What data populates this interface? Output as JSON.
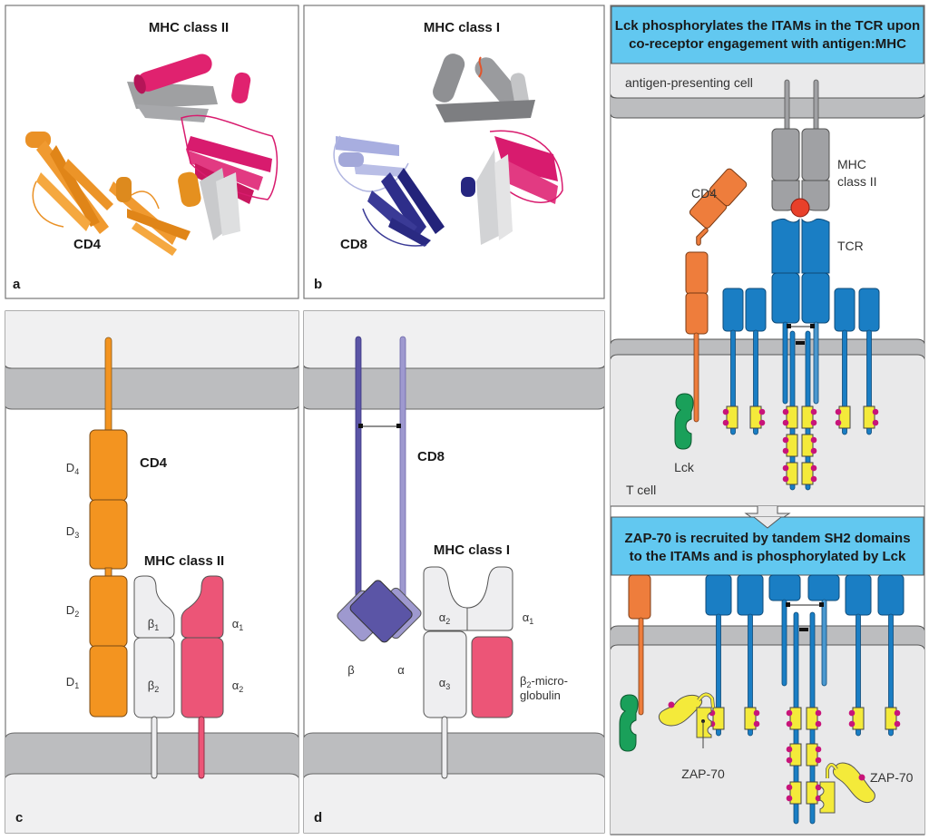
{
  "colors": {
    "cd4_orange": "#f39420",
    "cd4_right_orange": "#ee7d3c",
    "mhc2_alpha_pink": "#ec5577",
    "mhc_light": "#eeeef0",
    "cd8_dark": "#5b55a6",
    "cd8_light": "#9e99cf",
    "tcr_blue": "#1a7ec4",
    "itam_yellow": "#f4ea3a",
    "phospho_magenta": "#c8147a",
    "lck_green": "#1aa05a",
    "antigen_red": "#e8402a",
    "mhc_gray": "#a0a1a4",
    "header_blue": "#62c8f0",
    "membrane_gray": "#bbbcbe",
    "cell_light": "#e9e9ea"
  },
  "panel_a": {
    "letter": "a",
    "title": "MHC class II",
    "protein_label": "CD4"
  },
  "panel_b": {
    "letter": "b",
    "title": "MHC class I",
    "protein_label": "CD8"
  },
  "panel_c": {
    "letter": "c",
    "cd4_label": "CD4",
    "domains": [
      "D4",
      "D3",
      "D2",
      "D1"
    ],
    "mhc_label": "MHC class II",
    "beta_domains": [
      "β1",
      "β2"
    ],
    "alpha_domains": [
      "α1",
      "α2"
    ]
  },
  "panel_d": {
    "letter": "d",
    "cd8_label": "CD8",
    "cd8_chains": [
      "β",
      "α"
    ],
    "mhc_label": "MHC class I",
    "alpha_domains": [
      "α2",
      "α1",
      "α3"
    ],
    "b2m_label_line1": "β2-micro-",
    "b2m_label_line2": "globulin"
  },
  "panel_right": {
    "header_top_line1": "Lck phosphorylates the ITAMs in the TCR upon",
    "header_top_line2": "co-receptor engagement with antigen:MHC",
    "apc_label": "antigen-presenting cell",
    "mhc_label_line1": "MHC",
    "mhc_label_line2": "class II",
    "cd4_label": "CD4",
    "tcr_label": "TCR",
    "lck_label": "Lck",
    "tcell_label": "T cell",
    "header_bottom_line1": "ZAP-70 is recruited by tandem SH2 domains",
    "header_bottom_line2": "to the ITAMs and is phosphorylated by Lck",
    "zap70_left_label": "ZAP-70",
    "zap70_right_label": "ZAP-70"
  }
}
